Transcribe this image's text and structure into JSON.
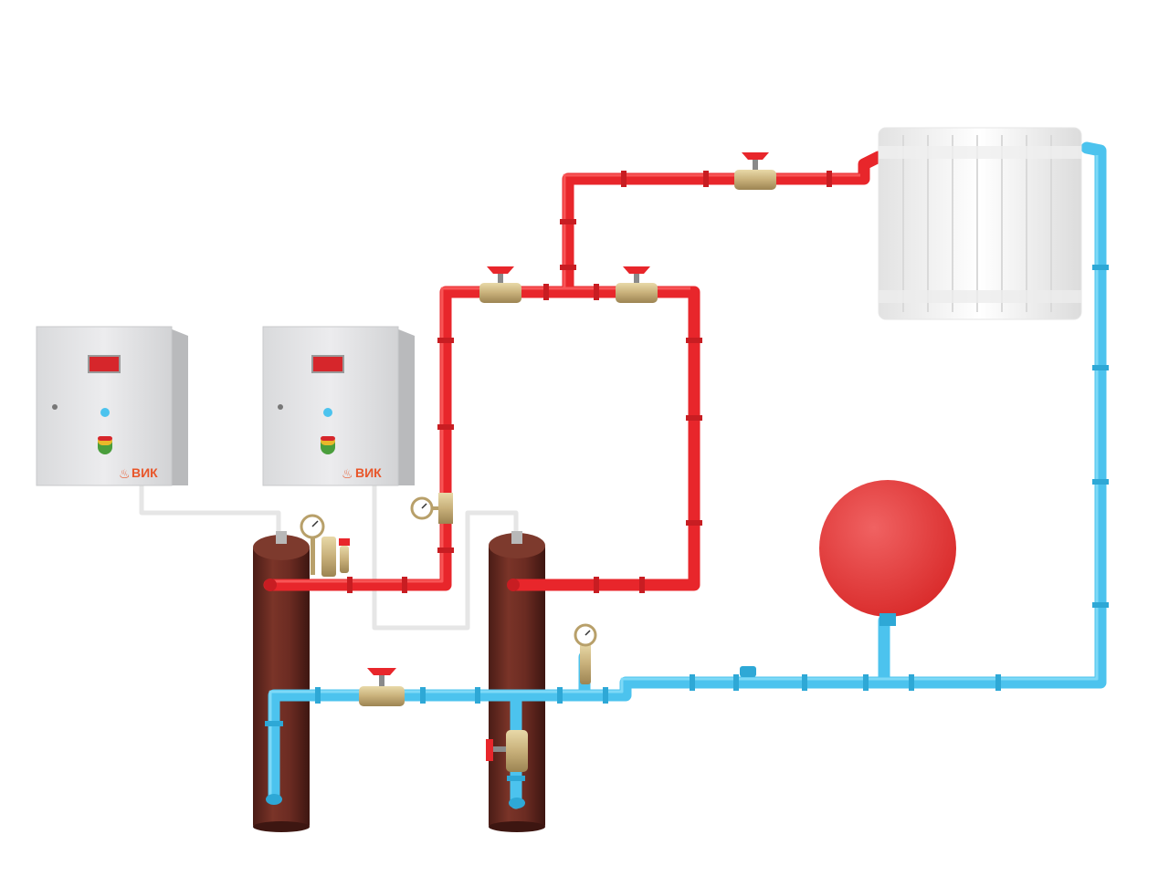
{
  "colors": {
    "hot_pipe": "#e8262b",
    "cold_pipe": "#4cc3ee",
    "boiler_body": "#6b2b22",
    "cabinet_body": "#e3e4e6",
    "brand": "#e8562a",
    "display": "#d6262b",
    "valve_brass": "#c8b07a",
    "expansion_tank": "#e83a3a",
    "radiator": "#f4f4f4",
    "cable": "#e8e8e8"
  },
  "control_cabinets": [
    {
      "brand_label": "ВИК",
      "logo": "flame-icon"
    },
    {
      "brand_label": "ВИК",
      "logo": "flame-icon"
    }
  ],
  "components": {
    "boilers": 2,
    "radiators": 1,
    "expansion_tanks": 1,
    "ball_valves": 5,
    "pressure_gauges": 3
  }
}
